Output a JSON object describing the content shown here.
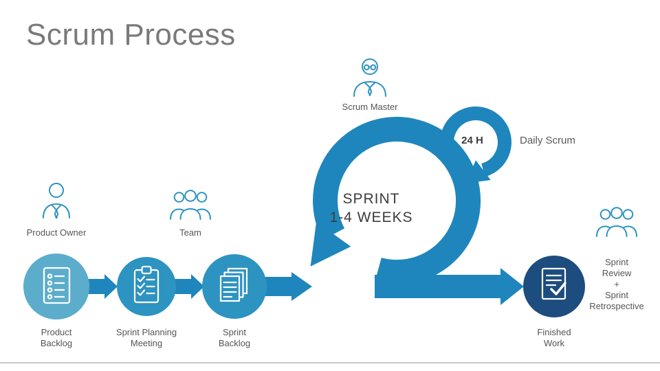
{
  "title": "Scrum Process",
  "colors": {
    "arrow": "#1e86bc",
    "step_light": "#5cadcb",
    "step_medium": "#2d93c1",
    "step_dark": "#1d4d7e",
    "icon_stroke": "#2d93c1",
    "title_text": "#7a7a7a",
    "label_text": "#555555",
    "loop_text": "#3c3c3c",
    "divider": "#c9c9c9",
    "background": "#ffffff"
  },
  "actors": {
    "product_owner": "Product Owner",
    "team": "Team",
    "scrum_master": "Scrum Master"
  },
  "loop": {
    "sprint_lines": [
      "SPRINT",
      "1-4 WEEKS"
    ],
    "daily_duration": "24 H",
    "daily_label": "Daily Scrum"
  },
  "steps": [
    {
      "name": "product-backlog",
      "lines": [
        "Product",
        "Backlog"
      ]
    },
    {
      "name": "sprint-planning-meeting",
      "lines": [
        "Sprint Planning",
        "Meeting"
      ]
    },
    {
      "name": "sprint-backlog",
      "lines": [
        "Sprint",
        "Backlog"
      ]
    },
    {
      "name": "finished-work",
      "lines": [
        "Finished",
        "Work"
      ]
    }
  ],
  "review_label_lines": [
    "Sprint",
    "Review",
    "+",
    "Sprint",
    "Retrospective"
  ]
}
